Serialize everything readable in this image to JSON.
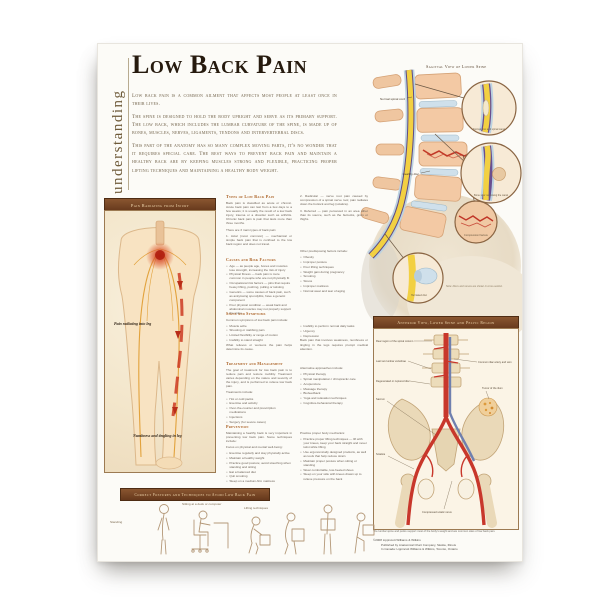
{
  "colors": {
    "poster_bg": "#fcfbf7",
    "bar_brown": "#65381c",
    "bar_text": "#f0d7ad",
    "heading_orange": "#a85c1e",
    "title_brown": "#261a0e",
    "artery_red": "#c8372b",
    "canal_yellow": "#f2d042"
  },
  "poster": {
    "kicker": "understanding",
    "title": "Low Back Pain",
    "intro": [
      "Low back pain is a common ailment that affects most people at least once in their lives.",
      "The spine is designed to hold the body upright and serve as its primary support. The low back, which includes the lumbar curvature of the spine, is made up of bones, muscles, nerves, ligaments, tendons and intervertebral discs.",
      "This part of the anatomy has so many complex moving parts, it's no wonder that it requires special care. The best ways to prevent back pain and maintain a healthy back are by keeping muscles strong and flexible, practicing proper lifting techniques and maintaining a healthy body weight."
    ]
  },
  "sagittal": {
    "title": "Sagittal View of Lower Spine",
    "label_cord": "Normal spinal cord",
    "label_disc": "Healthy disc",
    "insets": [
      "Normal disc and spinal canal",
      "Bone spur narrowing the canal",
      "Compression fracture",
      "Herniated disc"
    ],
    "note": "Note: Discs and nerves are shown in cross-section."
  },
  "pain_panel": {
    "title": "Pain Radiating from Injury",
    "label_radiating": "Pain radiating into leg",
    "label_numbness": "Numbness and tingling in leg"
  },
  "sections": {
    "types": {
      "heading": "Types of Low Back Pain",
      "body": "Back pain is classified as acute or chronic. Acute back pain can last from a few days to a few weeks; it is usually the result of a low back injury, trauma or a disorder such as arthritis. Chronic back pain is pain that lasts more than three months.",
      "lead": "There are 3 main types of back pain:",
      "item1": "1. Axial (most common) — mechanical or simple back pain that is confined to the low back region and does not travel.",
      "item2": "2. Radicular — nerve root pain caused by compression of a spinal nerve root; pain radiates down the buttock and leg (sciatica).",
      "item3": "3. Referred — pain perceived in an area other than its source, such as the buttocks, groin or thighs."
    },
    "causes": {
      "heading": "Causes and Risk Factors",
      "bullets": [
        "Age — as people age, bones and muscles lose strength, increasing the risk of injury",
        "Physical fitness — back pain is more common in people who are not physically fit",
        "Occupational risk factors — jobs that require heavy lifting, pushing, pulling or twisting",
        "Genetics — some causes of back pain, such as ankylosing spondylitis, have a genetic component",
        "Poor physical condition — weak back and abdominal muscles may not properly support the spine"
      ],
      "other_intro": "Other predisposing factors include:",
      "other_bullets": [
        "Obesity",
        "Improper posture",
        "Poor lifting techniques",
        "Weight gain during pregnancy",
        "Smoking",
        "Stress",
        "Improper mattress",
        "Normal wear and tear of aging"
      ]
    },
    "symptoms": {
      "heading": "Signs and Symptoms",
      "lead": "Common symptoms of low back pain include:",
      "bullets_left": [
        "Muscle ache",
        "Shooting or stabbing pain",
        "Limited flexibility or range of motion",
        "Inability to stand straight"
      ],
      "note": "What relieves or worsens the pain helps determine its cause.",
      "bullets_right": [
        "Inability to perform normal daily tasks",
        "Urgency",
        "Depression"
      ],
      "right_note": "Back pain that involves weakness, numbness or tingling in the legs requires prompt medical attention."
    },
    "treatment": {
      "heading": "Treatment and Management",
      "body": "The goal of treatment for low back pain is to reduce pain and restore mobility. Treatment varies depending on the nature and severity of the injury, and is performed to relieve low back pain.",
      "list_intro": "Treatments include:",
      "bullets_left": [
        "Hot or cold packs",
        "Exercise and activity",
        "Over-the-counter and prescription medications",
        "Injections",
        "Surgery (for severe cases)"
      ],
      "alt_intro": "Alternative approaches include:",
      "bullets_right": [
        "Physical therapy",
        "Spinal manipulation / chiropractic care",
        "Acupuncture",
        "Massage therapy",
        "Biofeedback",
        "Yoga and relaxation techniques",
        "Cognitive-behavioral therapy"
      ]
    },
    "prevention": {
      "heading": "Prevention",
      "body": "Maintaining a healthy back is very important in preventing low back pain. Some techniques include:",
      "left_intro": "Focus on physical and mental well-being:",
      "bullets_left": [
        "Exercise regularly and stay physically active",
        "Maintain a healthy weight",
        "Practice good posture; avoid slouching when standing and sitting",
        "Eat a balanced diet",
        "Quit smoking",
        "Sleep on a medium-firm mattress"
      ],
      "right_intro": "Practice proper body mechanics:",
      "bullets_right": [
        "Practice proper lifting techniques — lift with your knees, keep your back straight and never twist while lifting",
        "Use ergonomically designed products, as well as tools that help reduce strain",
        "Maintain proper posture when sitting or standing",
        "Wear comfortable, low-heeled shoes",
        "Sleep on your side with knees drawn up to relieve pressure on the back"
      ]
    }
  },
  "anterior": {
    "title": "Anterior View, Lower Spine and Pelvic Region",
    "labels_left": [
      "Rear region of the spinal column",
      "Last two lumbar vertebrae",
      "Degenerated or ruptured disc",
      "Sacrum",
      "Sciatica"
    ],
    "labels_right": [
      "Common iliac artery and vein",
      "Tumor of the ilium"
    ],
    "label_bottom": "Compressed sciatic nerve",
    "caption": "The lumbar spine and pelvis support most of the body's weight and are common sites of low back pain."
  },
  "postures": {
    "title": "Correct Postures and Techniques to Avoid Low Back Pain",
    "labels": [
      "Standing",
      "Sitting at a desk or computer",
      "Lifting techniques"
    ]
  },
  "footer": {
    "copyright": "©2008 Lippincott Williams & Wilkins",
    "publisher": "Published by Anatomical Chart Company, Skokie, Illinois",
    "distribution": "In Canada: Lippincott Williams & Wilkins, Toronto, Ontario"
  }
}
